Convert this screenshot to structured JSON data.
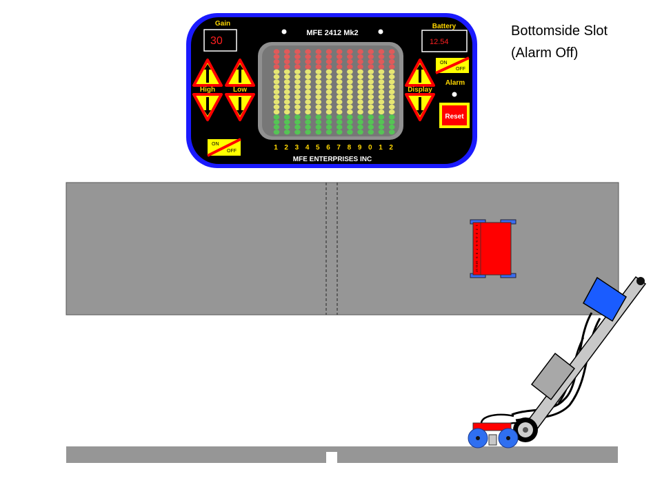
{
  "slide": {
    "title_line1": "Bottomside Slot",
    "title_line2": "(Alarm Off)"
  },
  "panel": {
    "model": "MFE 2412 Mk2",
    "maker": "MFE ENTERPRISES INC",
    "gain_label": "Gain",
    "gain_value": "30",
    "battery_label": "Battery",
    "battery_value": "12.54",
    "high_label": "High",
    "low_label": "Low",
    "display_label": "Display",
    "alarm_label": "Alarm",
    "reset_label": "Reset",
    "switch_on": "ON",
    "switch_off": "OFF",
    "channel_numbers": [
      "1",
      "2",
      "3",
      "4",
      "5",
      "6",
      "7",
      "8",
      "9",
      "0",
      "1",
      "2"
    ],
    "led_rows": 17,
    "led_colors": {
      "red": "#e05a5a",
      "yellow": "#e6e673",
      "green": "#55c455"
    },
    "accent_blue": "#1a1aff"
  },
  "probe": {
    "channel_numbers": [
      "1",
      "2",
      "3",
      "4",
      "5",
      "6",
      "7",
      "8",
      "9",
      "10",
      "11",
      "12"
    ]
  },
  "colors": {
    "plate_gray": "#969696",
    "scanner_red": "#ff0000",
    "scanner_blue": "#3a6cf0"
  }
}
